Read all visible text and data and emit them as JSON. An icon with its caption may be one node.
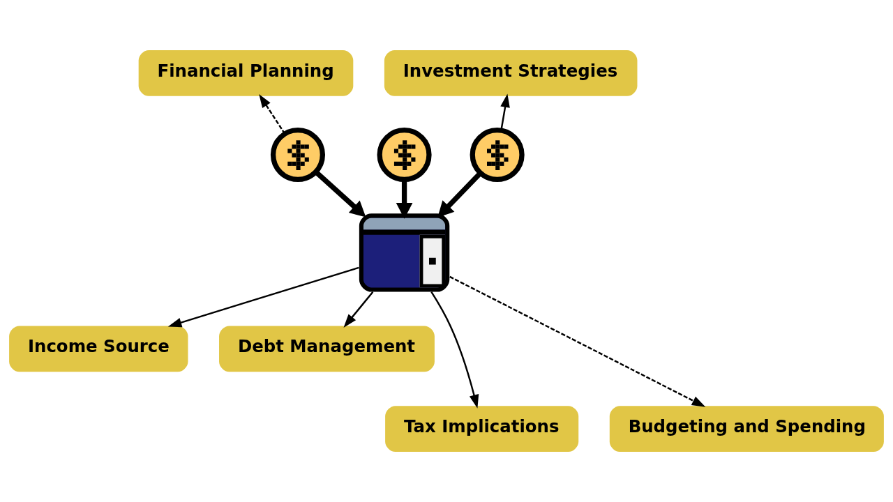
{
  "diagram": {
    "nodes": [
      {
        "text": [
          "Financial Planning"
        ]
      },
      {
        "text": [
          "Investment Strategies"
        ]
      },
      {
        "text": [],
        "shape": "picture"
      },
      {
        "text": [],
        "shape": "picture"
      },
      {
        "text": [],
        "shape": "picture"
      },
      {
        "text": [],
        "shape": "picture"
      },
      {
        "text": [
          "Debt Management"
        ]
      },
      {
        "text": [
          "Income Source"
        ]
      },
      {
        "text": [
          "Tax Implications"
        ]
      },
      {
        "text": [
          "Budgeting and Spending"
        ]
      }
    ],
    "edges": [
      {
        "from": 2,
        "to": 0,
        "arrow": "to",
        "style": "dashed"
      },
      {
        "from": 4,
        "to": 1,
        "arrow": "to"
      },
      {
        "from": 2,
        "to": 5,
        "arrow": "to",
        "style": "thick"
      },
      {
        "from": 3,
        "to": 5,
        "arrow": "to",
        "style": "thick"
      },
      {
        "from": 4,
        "to": 5,
        "arrow": "to",
        "style": "thick"
      },
      {
        "from": 5,
        "to": 7,
        "arrow": "to"
      },
      {
        "from": 5,
        "to": 6,
        "arrow": "to"
      },
      {
        "from": 5,
        "to": 8,
        "arrow": "to"
      },
      {
        "from": 5,
        "to": 9,
        "arrow": "to",
        "style": "dashed"
      }
    ]
  }
}
